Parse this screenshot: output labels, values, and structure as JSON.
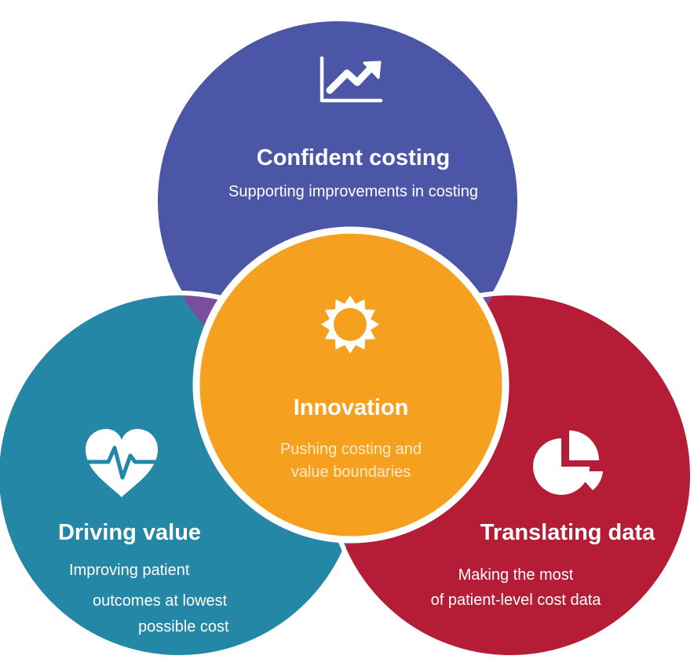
{
  "colors": {
    "top_circle": "#4B56A6",
    "left_circle": "#2487A5",
    "right_circle": "#B51C36",
    "center_circle": "#F5A01E",
    "overlap": "#7A4E9E",
    "outline": "#FFFFFF"
  },
  "top": {
    "title": "Confident costing",
    "subtitle": "Supporting improvements in costing",
    "icon": "trend-chart-icon"
  },
  "center": {
    "title": "Innovation",
    "subtitle_lines": [
      "Pushing costing and",
      "value boundaries"
    ],
    "icon": "sun-icon"
  },
  "left": {
    "title": "Driving value",
    "subtitle_lines": [
      "Improving patient",
      "outcomes at lowest",
      "possible cost"
    ],
    "icon": "heartbeat-icon"
  },
  "right": {
    "title": "Translating data",
    "subtitle_lines": [
      "Making the most",
      "of patient-level cost data"
    ],
    "icon": "pie-chart-icon"
  }
}
